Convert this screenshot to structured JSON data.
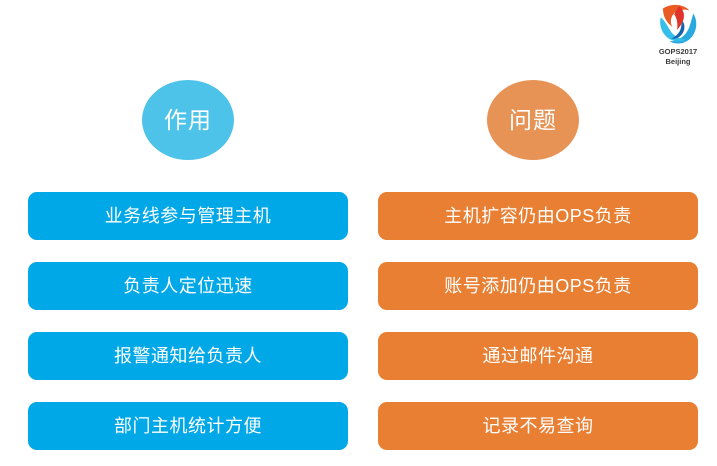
{
  "slide": {
    "background_color": "#ffffff"
  },
  "logo": {
    "name": "gops2017-beijing-logo",
    "line1": "GOPS2017",
    "line2": "Beijing",
    "colors": {
      "orange": "#ea5b23",
      "red": "#e0342b",
      "blue_dark": "#1763b0",
      "blue_light": "#2aa9e0",
      "cyan": "#35bfe8"
    }
  },
  "columns": [
    {
      "id": "benefits",
      "header": {
        "label": "作用",
        "color": "#4ec3ea"
      },
      "bar_color": "#00a8e8",
      "items": [
        {
          "label": "业务线参与管理主机"
        },
        {
          "label": "负责人定位迅速"
        },
        {
          "label": "报警通知给负责人"
        },
        {
          "label": "部门主机统计方便"
        }
      ]
    },
    {
      "id": "problems",
      "header": {
        "label": "问题",
        "color": "#e89356"
      },
      "bar_color": "#e87f33",
      "items": [
        {
          "label": "主机扩容仍由OPS负责"
        },
        {
          "label": "账号添加仍由OPS负责"
        },
        {
          "label": "通过邮件沟通"
        },
        {
          "label": "记录不易查询"
        }
      ]
    }
  ]
}
